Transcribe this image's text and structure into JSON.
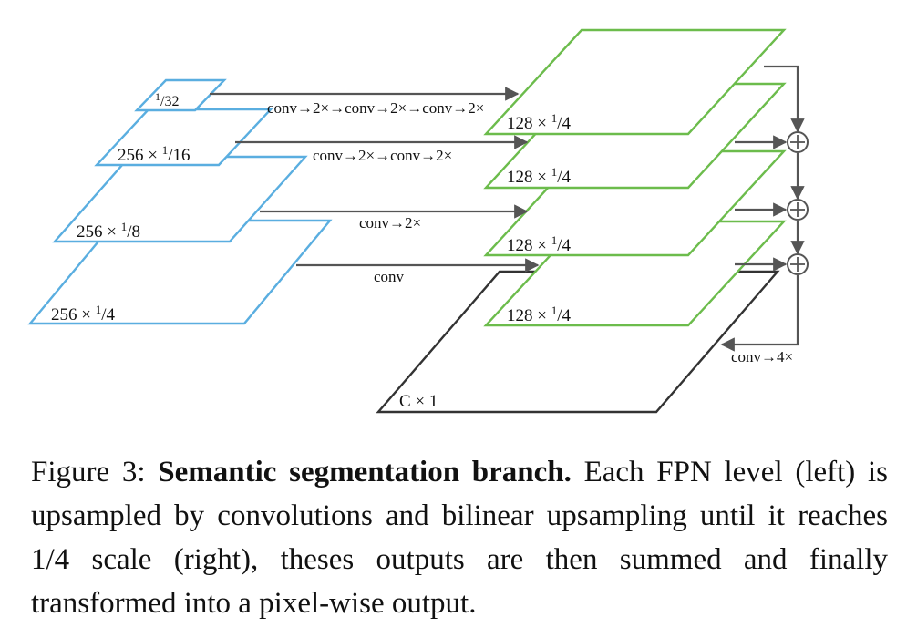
{
  "diagram": {
    "colors": {
      "fpn": "#5aaee0",
      "upsampled": "#6cbc4c",
      "output": "#333333",
      "arrow": "#555555"
    },
    "fpn_levels": [
      {
        "label_main": "",
        "sup": "1",
        "denom": "32"
      },
      {
        "label_main": "256 × ",
        "sup": "1",
        "denom": "16"
      },
      {
        "label_main": "256 × ",
        "sup": "1",
        "denom": "8"
      },
      {
        "label_main": "256 × ",
        "sup": "1",
        "denom": "4"
      }
    ],
    "upsampled_levels": [
      {
        "label_main": "128 × ",
        "sup": "1",
        "denom": "4"
      },
      {
        "label_main": "128 × ",
        "sup": "1",
        "denom": "4"
      },
      {
        "label_main": "128 × ",
        "sup": "1",
        "denom": "4"
      },
      {
        "label_main": "128 × ",
        "sup": "1",
        "denom": "4"
      }
    ],
    "paths": [
      "conv→2×→conv→2×→conv→2×",
      "conv→2×→conv→2×",
      "conv→2×",
      "conv"
    ],
    "output_label": "C × 1",
    "final_op": "conv→4×",
    "sum_symbol": "+"
  },
  "caption": {
    "prefix": "Figure 3: ",
    "title": "Semantic segmentation branch.",
    "body": " Each FPN level (left) is upsampled by convolutions and bilinear upsampling until it reaches 1/4 scale (right), theses outputs are then summed and finally transformed into a pixel-wise output."
  }
}
